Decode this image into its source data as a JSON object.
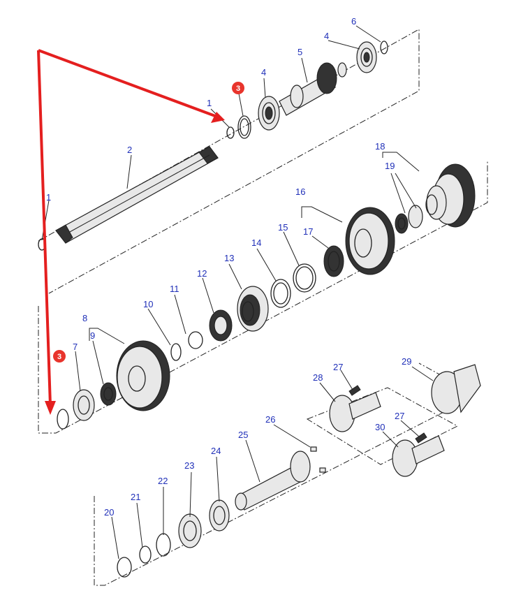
{
  "diagram": {
    "labels": {
      "p1a": "1",
      "p1b": "1",
      "p2": "2",
      "p4a": "4",
      "p4b": "4",
      "p5": "5",
      "p6": "6",
      "p7": "7",
      "p8": "8",
      "p9": "9",
      "p10": "10",
      "p11": "11",
      "p12": "12",
      "p13": "13",
      "p14": "14",
      "p15": "15",
      "p16": "16",
      "p17": "17",
      "p18": "18",
      "p19": "19",
      "p20": "20",
      "p21": "21",
      "p22": "22",
      "p23": "23",
      "p24": "24",
      "p25": "25",
      "p26": "26",
      "p27a": "27",
      "p27b": "27",
      "p28": "28",
      "p29": "29",
      "p30": "30"
    },
    "callouts": {
      "badge_top": "3",
      "badge_left": "3"
    },
    "colors": {
      "arrow": "#e41f1f",
      "badge": "#e8342c",
      "label": "#1f2fb8"
    }
  }
}
